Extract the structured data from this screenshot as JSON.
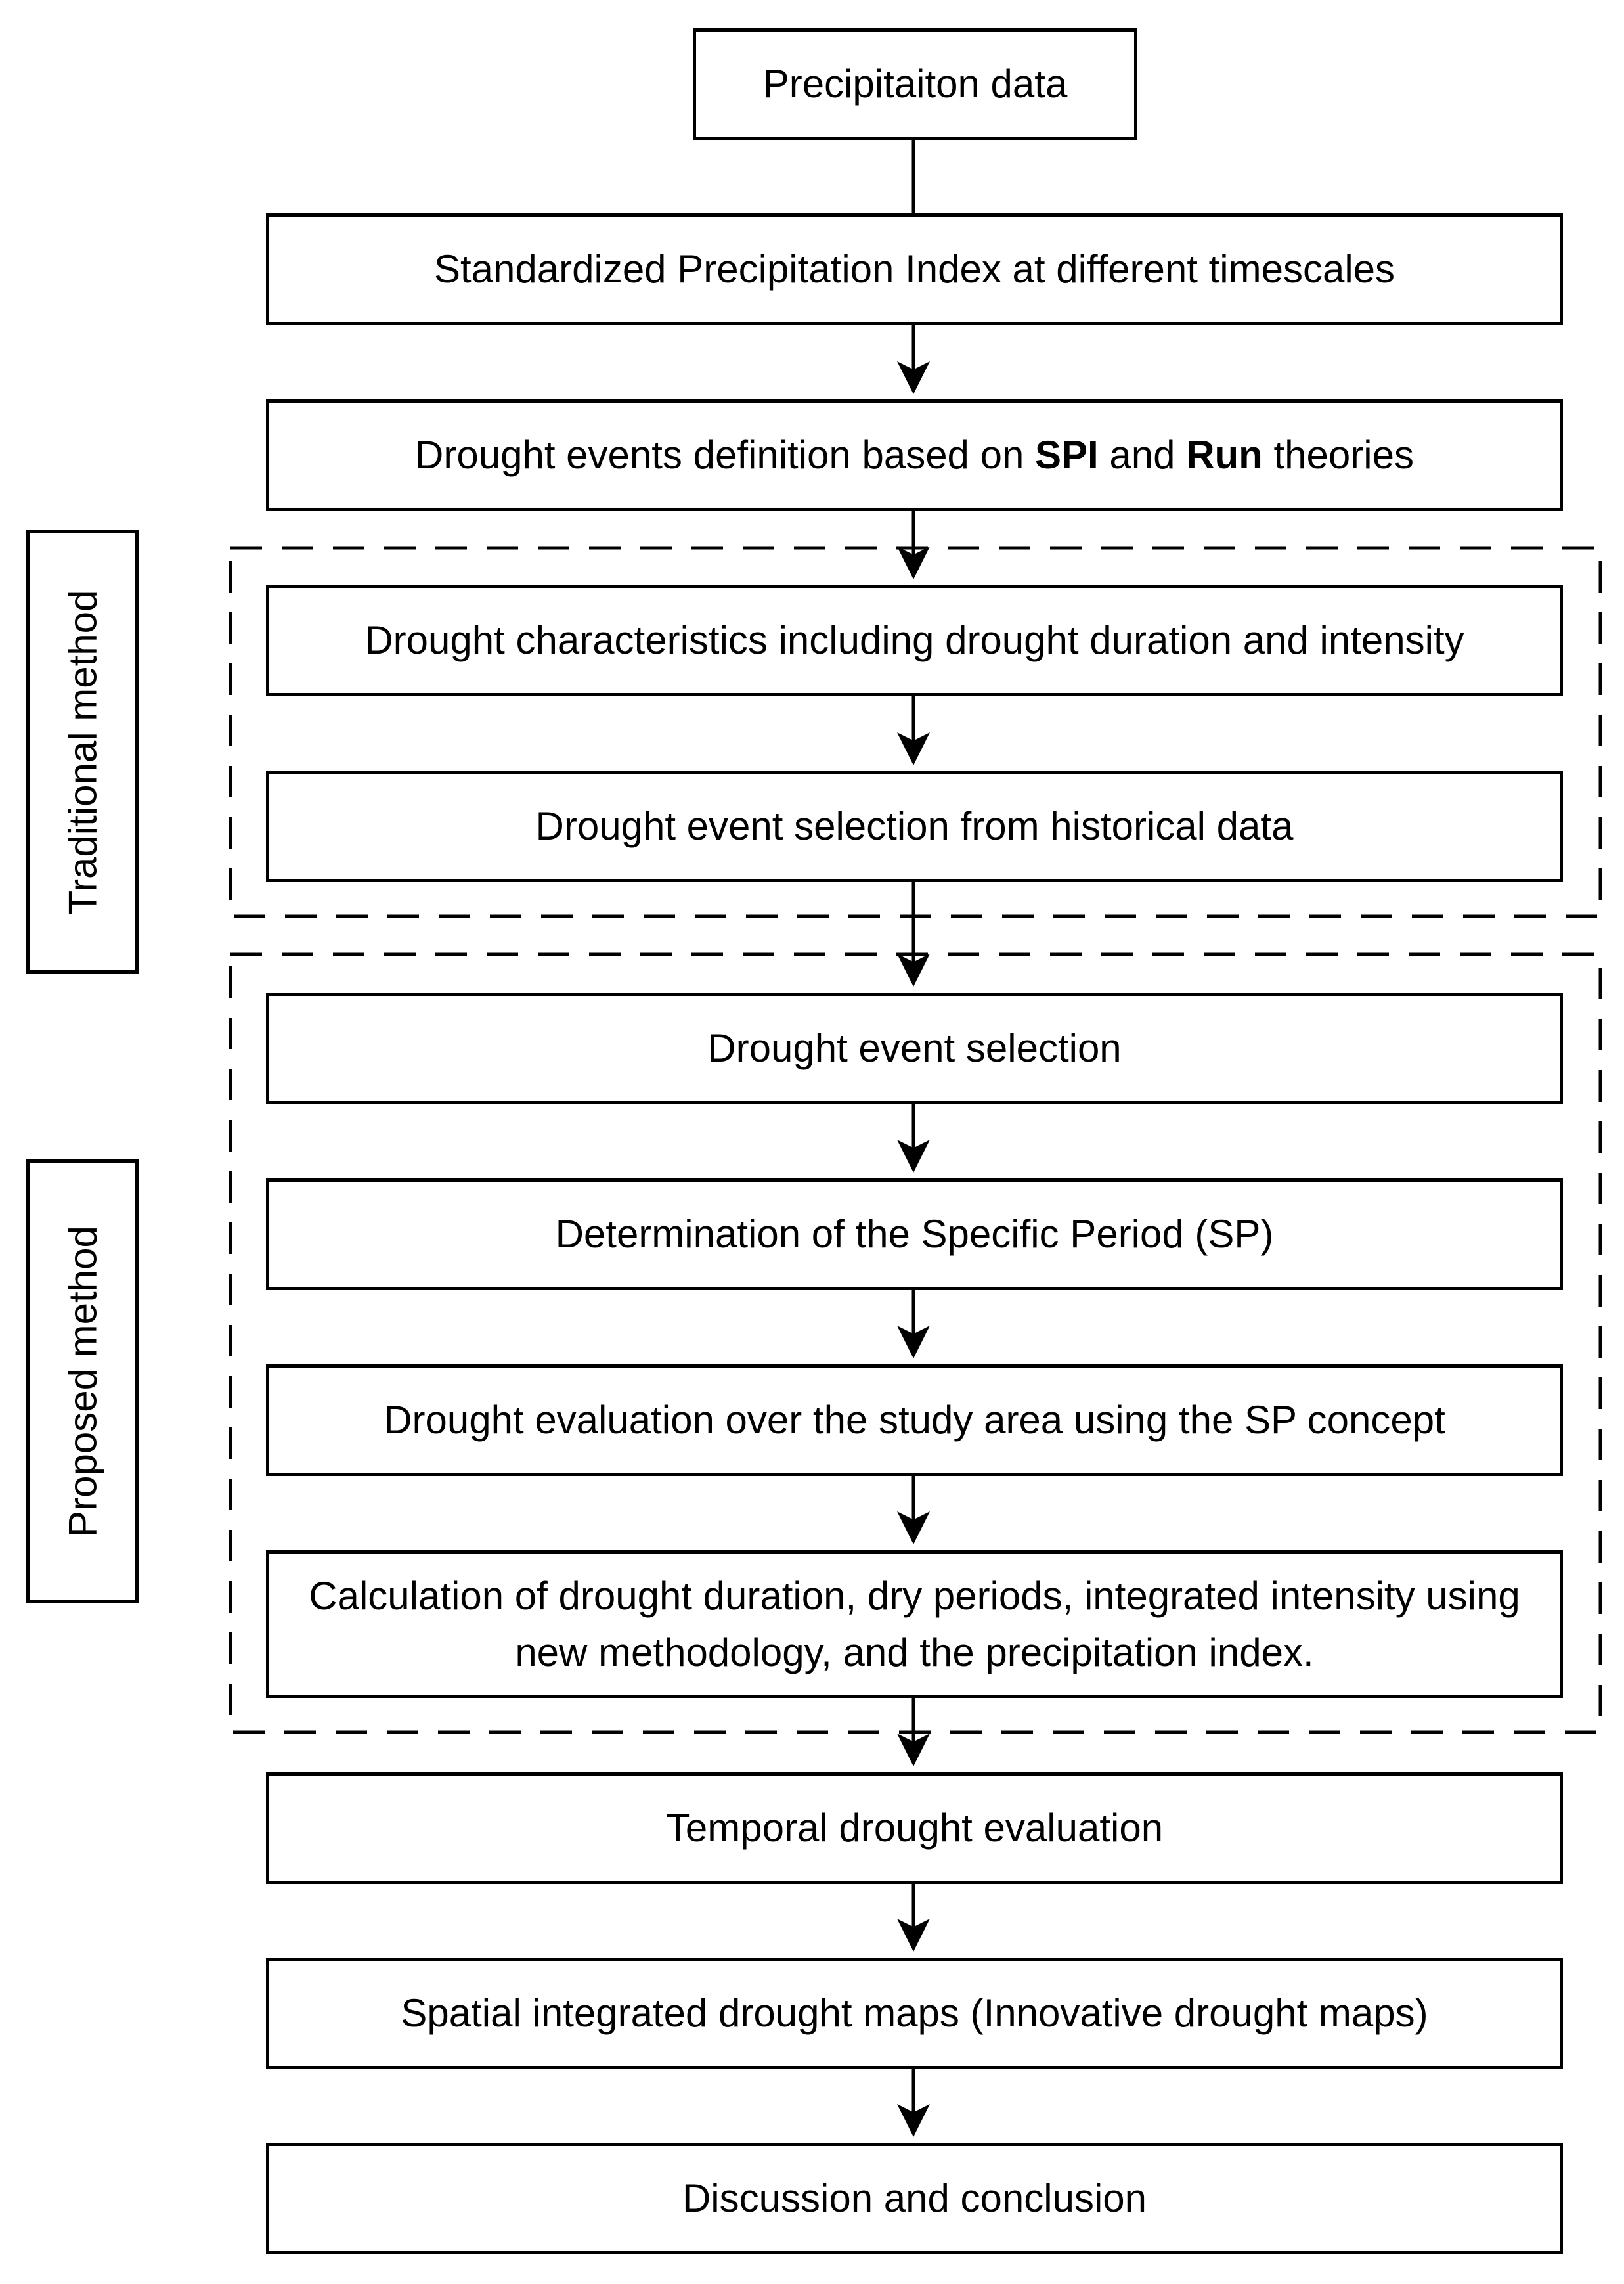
{
  "steps": {
    "precipitation_data": "Precipitaiton data",
    "spi_timescales": "Standardized Precipitation Index at different timescales",
    "events_definition": {
      "prefix": "Drought events definition based on ",
      "bold1": "SPI",
      "middle": " and ",
      "bold2": "Run",
      "suffix": " theories"
    },
    "characteristics": "Drought characteristics including drought duration and intensity",
    "historical_selection": "Drought event selection from historical data",
    "event_selection": "Drought event selection",
    "specific_period": "Determination of the Specific Period (SP)",
    "sp_evaluation": "Drought evaluation over the study area using the SP concept",
    "calculation": "Calculation of drought duration, dry periods, integrated intensity using new methodology, and the precipitation index.",
    "temporal_evaluation": "Temporal drought evaluation",
    "spatial_maps": "Spatial integrated drought maps (Innovative drought maps)",
    "discussion": "Discussion and conclusion"
  },
  "groups": {
    "traditional": "Traditional method",
    "proposed": "Proposed method"
  }
}
